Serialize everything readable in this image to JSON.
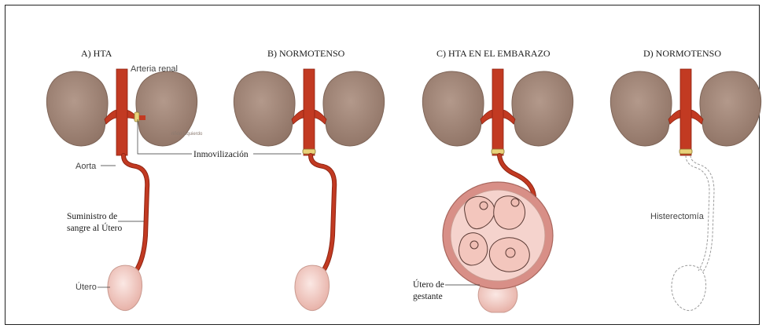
{
  "panels": [
    {
      "id": "A",
      "title": "A)  HTA"
    },
    {
      "id": "B",
      "title": "B)  NORMOTENSO"
    },
    {
      "id": "C",
      "title": "C)  HTA EN EL EMBARAZO"
    },
    {
      "id": "D",
      "title": "D)  NORMOTENSO"
    }
  ],
  "labels": {
    "arteria_renal": "Arteria renal",
    "rinon_izquierdo": "riñón izquierdo",
    "aorta": "Aorta",
    "inmovilizacion": "Inmovilización",
    "suministro_line1": "Suministro de",
    "suministro_line2": "sangre al Útero",
    "utero": "Útero",
    "utero_gestante_line1": "Útero de",
    "utero_gestante_line2": "gestante",
    "histerectomia": "Histerectomía"
  },
  "colors": {
    "kidney": "#a08576",
    "kidney_stroke": "#7e6558",
    "artery": "#c23a22",
    "artery_stroke": "#8f2412",
    "clamp": "#e9d27a",
    "uterus": "#f1cbc4",
    "uterus_stroke": "#c99a90"
  }
}
